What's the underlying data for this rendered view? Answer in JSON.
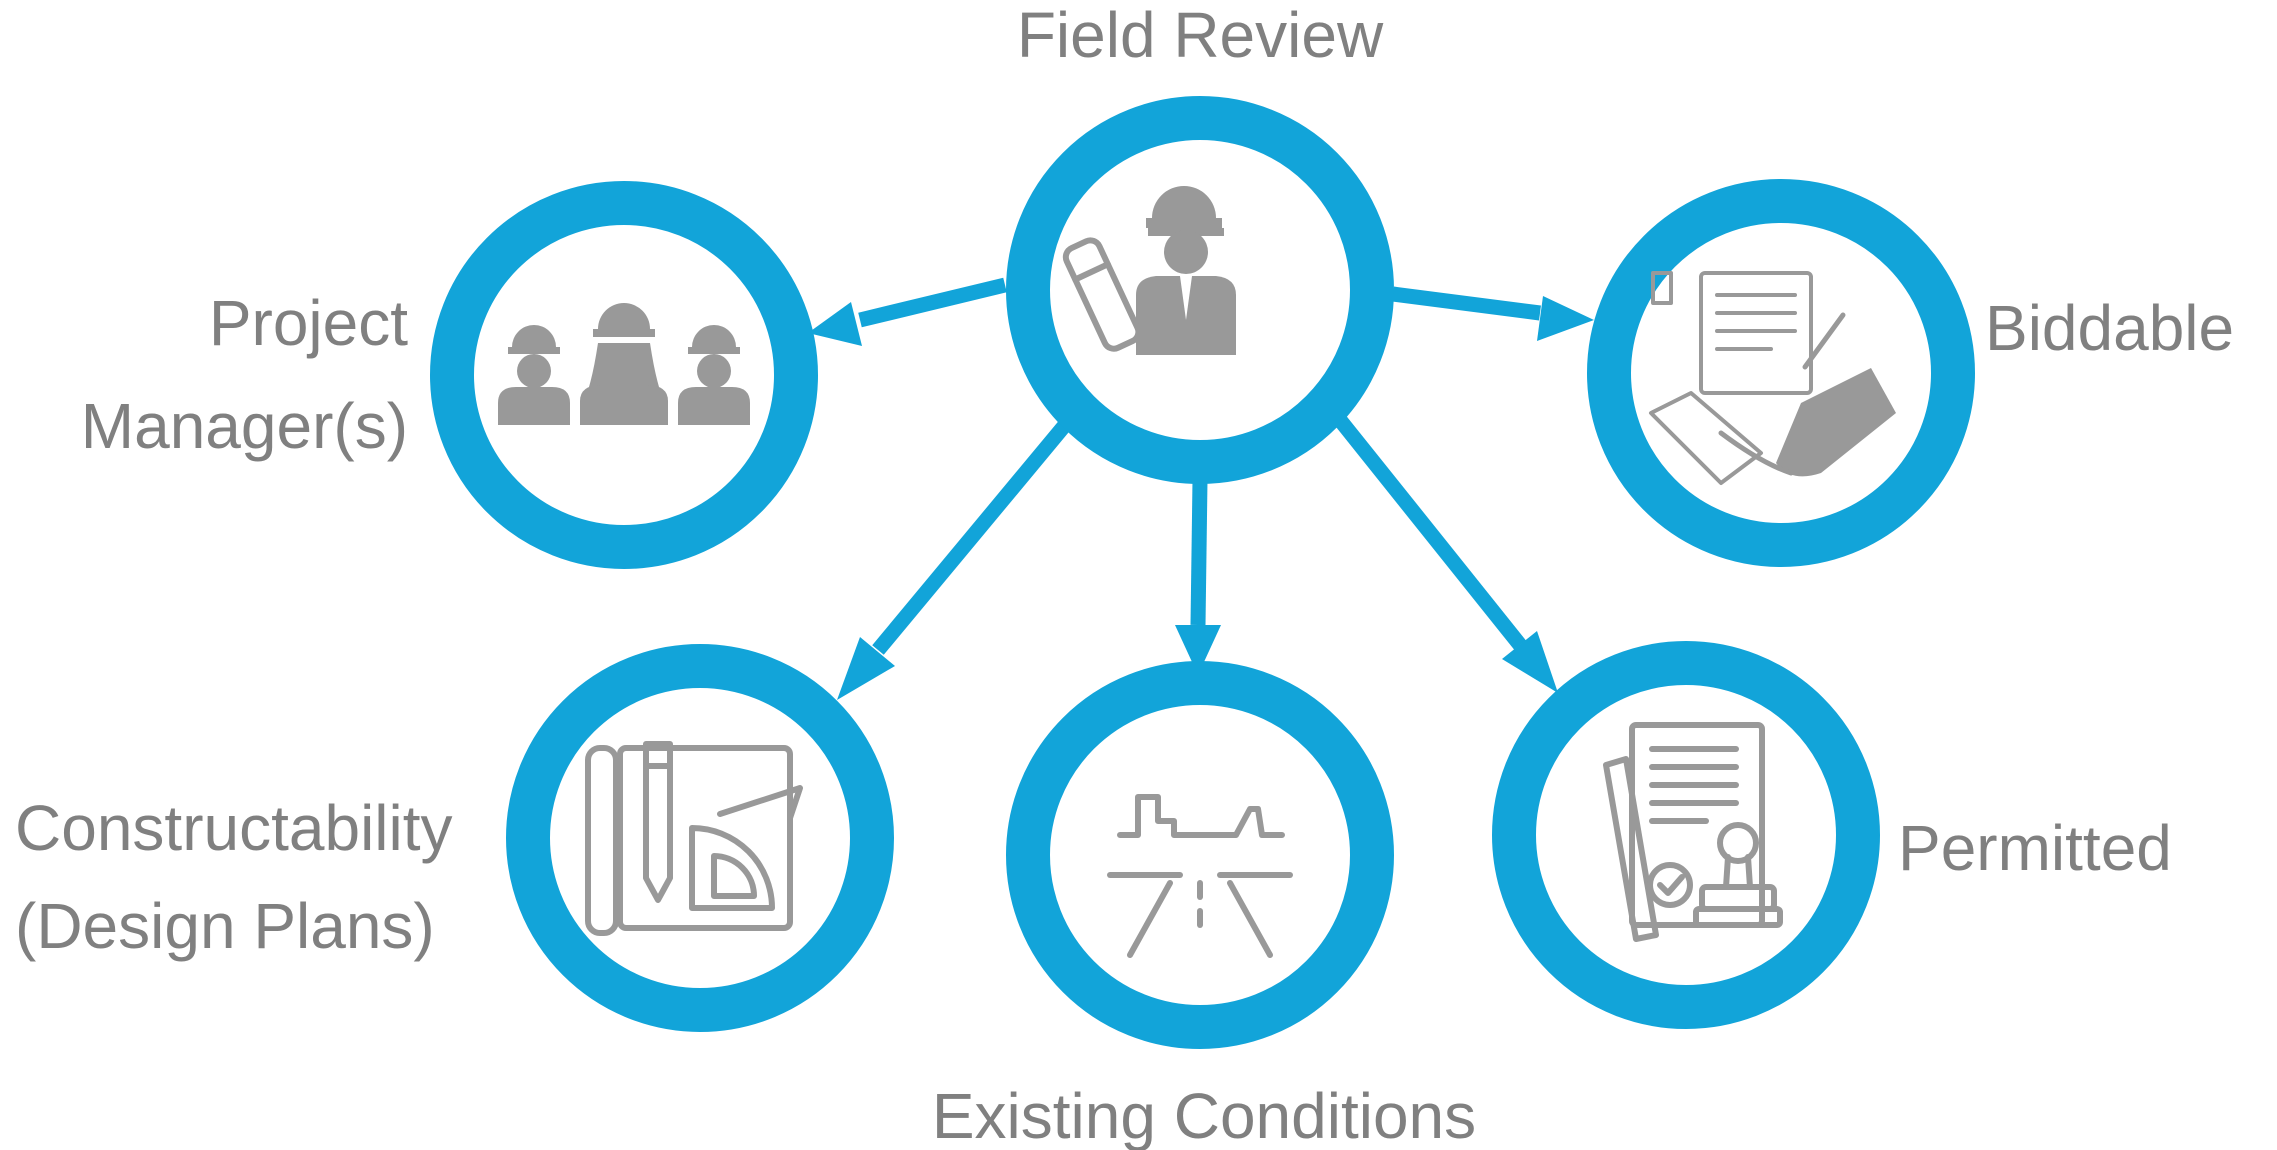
{
  "nodes": {
    "field_review": {
      "label": "Field Review",
      "icon": "engineer-with-blueprints-icon"
    },
    "project_managers": {
      "line1": "Project",
      "line2": "Manager(s)",
      "icon": "construction-team-icon"
    },
    "biddable": {
      "label": "Biddable",
      "icon": "contract-handshake-icon"
    },
    "constructability": {
      "line1": "Constructability",
      "line2": "(Design Plans)",
      "icon": "drafting-tools-icon"
    },
    "existing_conditions": {
      "label": "Existing Conditions",
      "icon": "road-survey-icon"
    },
    "permitted": {
      "label": "Permitted",
      "icon": "permit-stamp-icon"
    }
  },
  "colors": {
    "ring": "#12A4D9",
    "icon": "#999999",
    "text": "#808080"
  }
}
